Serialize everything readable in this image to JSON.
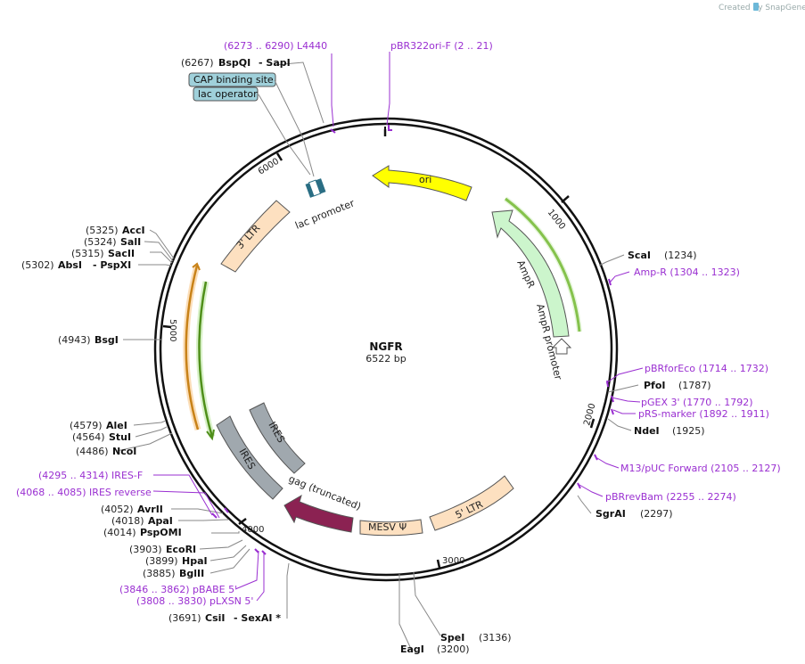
{
  "credit": "Created by SnapGene",
  "plasmid": {
    "name": "NGFR",
    "size_label": "6522 bp"
  },
  "ticks": [
    "1000",
    "2000",
    "3000",
    "4000",
    "5000",
    "6000"
  ],
  "features": {
    "ori": "ori",
    "ampr": "AmpR",
    "ampr_promoter": "AmpR promoter",
    "ltr5": "5' LTR",
    "mesv": "MESV Ψ",
    "gag": "gag (truncated)",
    "ires_inner": "IRES",
    "ires_outer": "IRES",
    "ltr3": "3' LTR",
    "lac_promoter": "lac promoter",
    "cap_box": "CAP binding site",
    "lacop_box": "lac operator"
  },
  "enzymes_left": [
    {
      "pos": "(6267)",
      "name": "BspQI",
      "extra": "-  SapI"
    },
    {
      "pos": "(5325)",
      "name": "AccI"
    },
    {
      "pos": "(5324)",
      "name": "SalI"
    },
    {
      "pos": "(5315)",
      "name": "SacII"
    },
    {
      "pos": "(5302)",
      "name": "AbsI",
      "extra": "-  PspXI"
    },
    {
      "pos": "(4943)",
      "name": "BsgI"
    },
    {
      "pos": "(4579)",
      "name": "AleI"
    },
    {
      "pos": "(4564)",
      "name": "StuI"
    },
    {
      "pos": "(4486)",
      "name": "NcoI"
    },
    {
      "pos": "(4052)",
      "name": "AvrII"
    },
    {
      "pos": "(4018)",
      "name": "ApaI"
    },
    {
      "pos": "(4014)",
      "name": "PspOMI"
    },
    {
      "pos": "(3903)",
      "name": "EcoRI"
    },
    {
      "pos": "(3899)",
      "name": "HpaI"
    },
    {
      "pos": "(3885)",
      "name": "BglII"
    },
    {
      "pos": "(3691)",
      "name": "CsiI",
      "extra": "-  SexAI *"
    }
  ],
  "enzymes_right": [
    {
      "name": "ScaI",
      "pos": "(1234)"
    },
    {
      "name": "PfoI",
      "pos": "(1787)"
    },
    {
      "name": "NdeI",
      "pos": "(1925)"
    },
    {
      "name": "SgrAI",
      "pos": "(2297)"
    },
    {
      "name": "SpeI",
      "pos": "(3136)"
    },
    {
      "name": "EagI",
      "pos": "(3200)"
    }
  ],
  "primers": [
    {
      "text": "(6273 .. 6290)   L4440"
    },
    {
      "text": "pBR322ori-F    (2 .. 21)"
    },
    {
      "text": "Amp-R    (1304 .. 1323)"
    },
    {
      "text": "pBRforEco    (1714 .. 1732)"
    },
    {
      "text": "pGEX 3'    (1770 .. 1792)"
    },
    {
      "text": "pRS-marker    (1892 .. 1911)"
    },
    {
      "text": "M13/pUC Forward    (2105 .. 2127)"
    },
    {
      "text": "pBRrevBam    (2255 .. 2274)"
    },
    {
      "text": "(4295 .. 4314)   IRES-F"
    },
    {
      "text": "(4068 .. 4085)   IRES reverse"
    },
    {
      "text": "(3846 .. 3862)   pBABE 5'"
    },
    {
      "text": "(3808 .. 3830)   pLXSN 5'"
    }
  ],
  "colors": {
    "ori": "#ffff00",
    "ampr": "#ccf5cc",
    "ltr": "#fde0c0",
    "gag": "#8b2252",
    "ires": "#a0a8ae",
    "lac_box": "#9fd0da",
    "primer": "#9a2fd1",
    "orf_orange": "#f5a623",
    "orf_green": "#6ab023"
  }
}
